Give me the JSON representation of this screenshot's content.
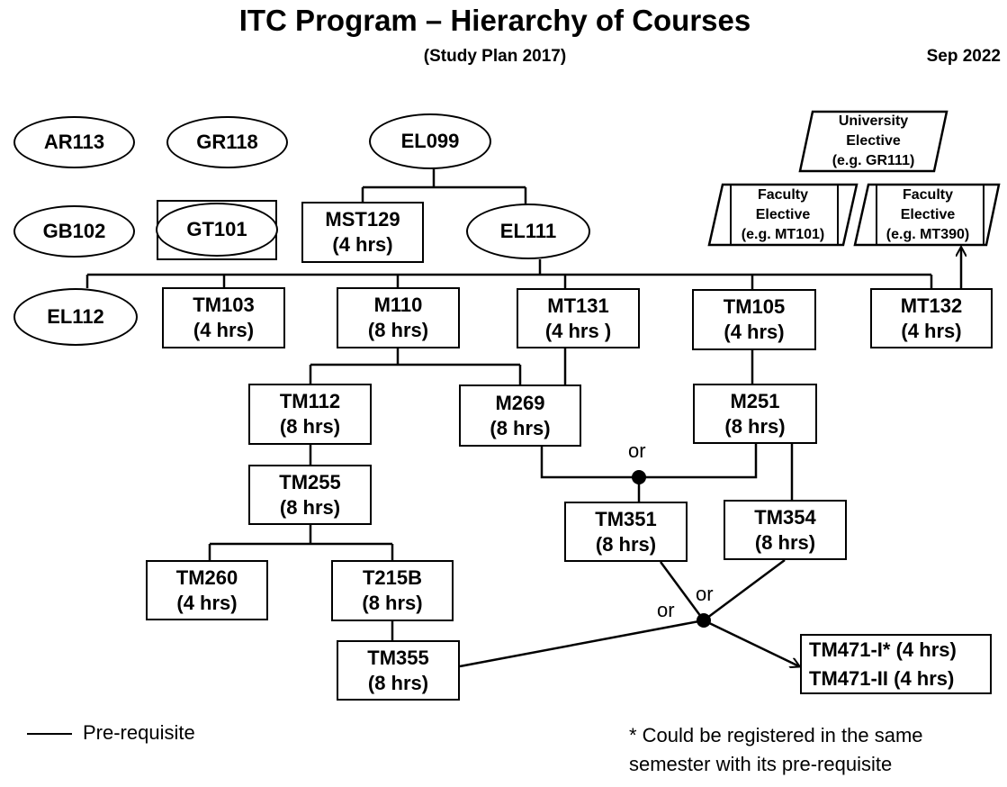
{
  "header": {
    "title": "ITC Program – Hierarchy of Courses",
    "subtitle": "(Study Plan 2017)",
    "date": "Sep 2022"
  },
  "nodes": {
    "ar113": {
      "l1": "AR113"
    },
    "gr118": {
      "l1": "GR118"
    },
    "el099": {
      "l1": "EL099"
    },
    "gb102": {
      "l1": "GB102"
    },
    "gt101": {
      "l1": "GT101"
    },
    "mst129": {
      "l1": "MST129",
      "l2": "(4 hrs)"
    },
    "el111": {
      "l1": "EL111"
    },
    "el112": {
      "l1": "EL112"
    },
    "tm103": {
      "l1": "TM103",
      "l2": "(4 hrs)"
    },
    "m110": {
      "l1": "M110",
      "l2": "(8 hrs)"
    },
    "mt131": {
      "l1": "MT131",
      "l2": "(4 hrs )"
    },
    "tm105": {
      "l1": "TM105",
      "l2": "(4 hrs)"
    },
    "mt132": {
      "l1": "MT132",
      "l2": "(4 hrs)"
    },
    "tm112": {
      "l1": "TM112",
      "l2": "(8 hrs)"
    },
    "m269": {
      "l1": "M269",
      "l2": "(8 hrs)"
    },
    "m251": {
      "l1": "M251",
      "l2": "(8 hrs)"
    },
    "tm255": {
      "l1": "TM255",
      "l2": "(8 hrs)"
    },
    "tm351": {
      "l1": "TM351",
      "l2": "(8 hrs)"
    },
    "tm354": {
      "l1": "TM354",
      "l2": "(8 hrs)"
    },
    "tm260": {
      "l1": "TM260",
      "l2": "(4 hrs)"
    },
    "t215b": {
      "l1": "T215B",
      "l2": "(8 hrs)"
    },
    "tm355": {
      "l1": "TM355",
      "l2": "(8 hrs)"
    },
    "tm471": {
      "l1": "TM471-I* (4 hrs)",
      "l2": "TM471-II (4 hrs)"
    },
    "uni_elective": {
      "l1": "University",
      "l2": "Elective",
      "l3": "(e.g. GR111)"
    },
    "fac_elective_1": {
      "l1": "Faculty",
      "l2": "Elective",
      "l3": "(e.g. MT101)"
    },
    "fac_elective_2": {
      "l1": "Faculty",
      "l2": "Elective",
      "l3": "(e.g. MT390)"
    }
  },
  "connectors": {
    "or_label": "or"
  },
  "legend": {
    "prerequisite": "Pre-requisite"
  },
  "notes": {
    "asterisk_line1": "* Could be registered in the same",
    "asterisk_line2": "semester with its pre-requisite"
  }
}
